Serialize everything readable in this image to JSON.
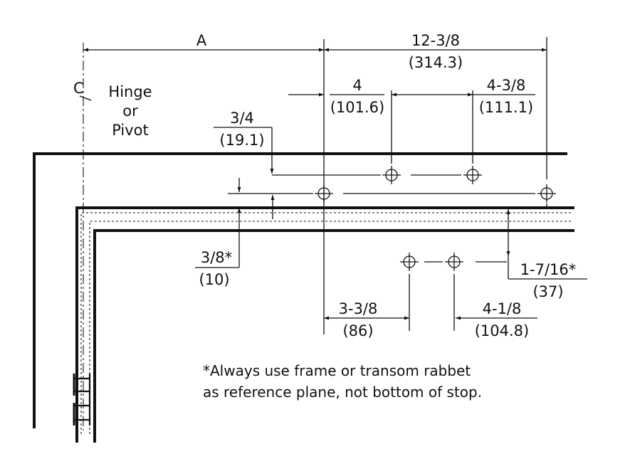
{
  "labels": {
    "a": "A",
    "overall": "12-3/8",
    "overall_mm": "(314.3)",
    "cl": "C",
    "hinge_1": "Hinge",
    "hinge_2": "or",
    "hinge_3": "Pivot",
    "d4": "4",
    "d4_mm": "(101.6)",
    "d438": "4-3/8",
    "d438_mm": "(111.1)",
    "d34": "3/4",
    "d34_mm": "(19.1)",
    "d38": "3/8*",
    "d38_mm": "(10)",
    "d1716": "1-7/16*",
    "d1716_mm": "(37)",
    "d338": "3-3/8",
    "d338_mm": "(86)",
    "d418": "4-1/8",
    "d418_mm": "(104.8)"
  },
  "note": {
    "line1": "*Always use frame or transom rabbet",
    "line2": "as reference plane, not bottom of stop."
  }
}
